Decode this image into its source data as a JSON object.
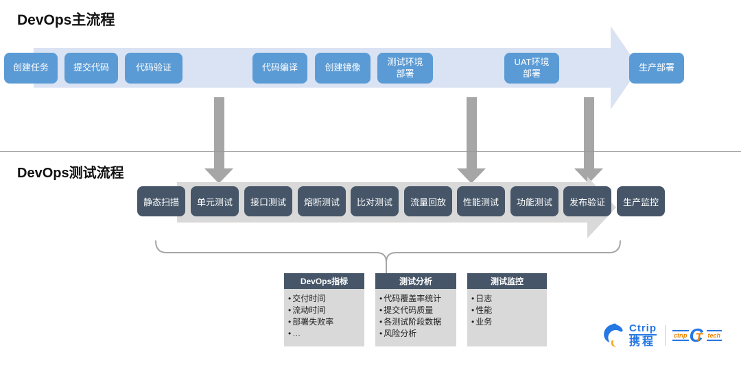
{
  "sections": {
    "main": {
      "title": "DevOps主流程",
      "steps": [
        "创建任务",
        "提交代码",
        "代码验证",
        "代码编译",
        "创建镜像",
        "测试环境\n部署",
        "UAT环境\n部署",
        "生产部署"
      ]
    },
    "test": {
      "title": "DevOps测试流程",
      "steps": [
        "静态扫描",
        "单元测试",
        "接口测试",
        "熔断测试",
        "比对测试",
        "流量回放",
        "性能测试",
        "功能测试",
        "发布验证",
        "生产监控"
      ]
    }
  },
  "tables": [
    {
      "title": "DevOps指标",
      "items": [
        "交付时间",
        "流动时间",
        "部署失败率",
        "…"
      ]
    },
    {
      "title": "测试分析",
      "items": [
        "代码覆盖率统计",
        "提交代码质量",
        "各测试阶段数据",
        "风险分析"
      ]
    },
    {
      "title": "测试监控",
      "items": [
        "日志",
        "性能",
        "业务"
      ]
    }
  ],
  "logo": {
    "brand_en": "Ctrip",
    "brand_cn": "携程",
    "tech": {
      "left": "ctrip",
      "right": "tech",
      "mono_c": "C",
      "mono_t": "T"
    }
  },
  "colors": {
    "band_main": "#dae3f3",
    "band_test": "#d9d9d9",
    "step_blue": "#5b9bd5",
    "step_dark": "#465668",
    "arrow_gray": "#a6a6a6",
    "brand_blue": "#2577e3",
    "brand_orange": "#f08300"
  }
}
